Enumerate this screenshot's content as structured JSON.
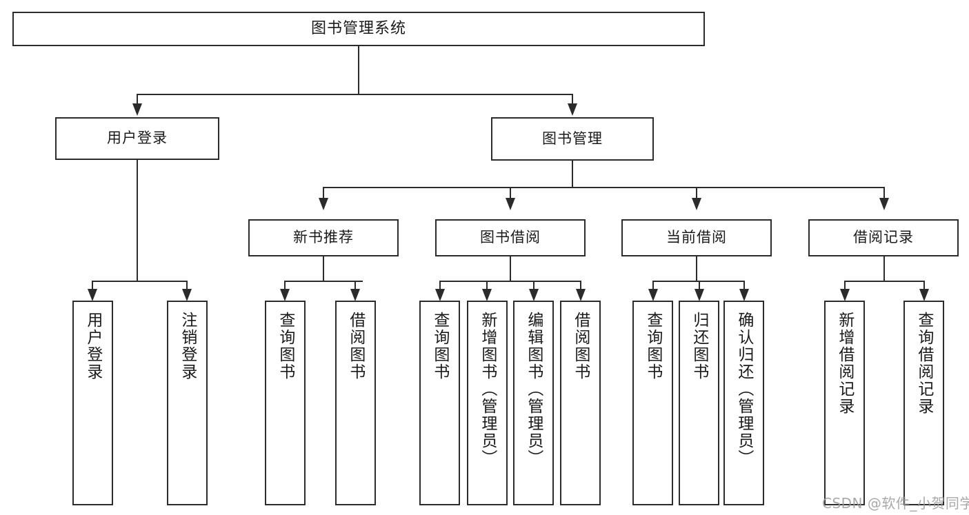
{
  "diagram": {
    "type": "tree-hierarchy",
    "title": "图书管理系统",
    "watermark": "CSDN @软件_小贺同学",
    "style": {
      "box_border_color": "#2b2b2b",
      "background": "#ffffff",
      "text_color": "#1a1a1a"
    },
    "levels": [
      {
        "level": 0,
        "nodes": [
          {
            "id": "root",
            "label": "图书管理系统",
            "orientation": "horizontal"
          }
        ]
      },
      {
        "level": 1,
        "nodes": [
          {
            "id": "user-login",
            "label": "用户登录",
            "orientation": "horizontal",
            "parent": "root"
          },
          {
            "id": "book-manage",
            "label": "图书管理",
            "orientation": "horizontal",
            "parent": "root"
          }
        ]
      },
      {
        "level": 2,
        "nodes": [
          {
            "id": "new-book-rec",
            "label": "新书推荐",
            "orientation": "horizontal",
            "parent": "book-manage"
          },
          {
            "id": "book-borrow",
            "label": "图书借阅",
            "orientation": "horizontal",
            "parent": "book-manage"
          },
          {
            "id": "current-borrow",
            "label": "当前借阅",
            "orientation": "horizontal",
            "parent": "book-manage"
          },
          {
            "id": "borrow-record",
            "label": "借阅记录",
            "orientation": "horizontal",
            "parent": "book-manage"
          }
        ]
      },
      {
        "level": 3,
        "nodes": [
          {
            "id": "leaf-user-login",
            "label": "用户登录",
            "orientation": "vertical",
            "parent": "user-login"
          },
          {
            "id": "leaf-user-logout",
            "label": "注销登录",
            "orientation": "vertical",
            "parent": "user-login"
          },
          {
            "id": "leaf-query-book-1",
            "label": "查询图书",
            "orientation": "vertical",
            "parent": "new-book-rec"
          },
          {
            "id": "leaf-borrow-book-1",
            "label": "借阅图书",
            "orientation": "vertical",
            "parent": "new-book-rec"
          },
          {
            "id": "leaf-query-book-2",
            "label": "查询图书",
            "orientation": "vertical",
            "parent": "book-borrow"
          },
          {
            "id": "leaf-add-book",
            "label": "新增图书（管理员）",
            "orientation": "vertical",
            "parent": "book-borrow"
          },
          {
            "id": "leaf-edit-book",
            "label": "编辑图书（管理员）",
            "orientation": "vertical",
            "parent": "book-borrow"
          },
          {
            "id": "leaf-borrow-book-2",
            "label": "借阅图书",
            "orientation": "vertical",
            "parent": "book-borrow"
          },
          {
            "id": "leaf-query-book-3",
            "label": "查询图书",
            "orientation": "vertical",
            "parent": "current-borrow"
          },
          {
            "id": "leaf-return-book",
            "label": "归还图书",
            "orientation": "vertical",
            "parent": "current-borrow"
          },
          {
            "id": "leaf-confirm-return",
            "label": "确认归还（管理员）",
            "orientation": "vertical",
            "parent": "current-borrow"
          },
          {
            "id": "leaf-add-record",
            "label": "新增借阅记录",
            "orientation": "vertical",
            "parent": "borrow-record"
          },
          {
            "id": "leaf-query-record",
            "label": "查询借阅记录",
            "orientation": "vertical",
            "parent": "borrow-record"
          }
        ]
      }
    ]
  }
}
